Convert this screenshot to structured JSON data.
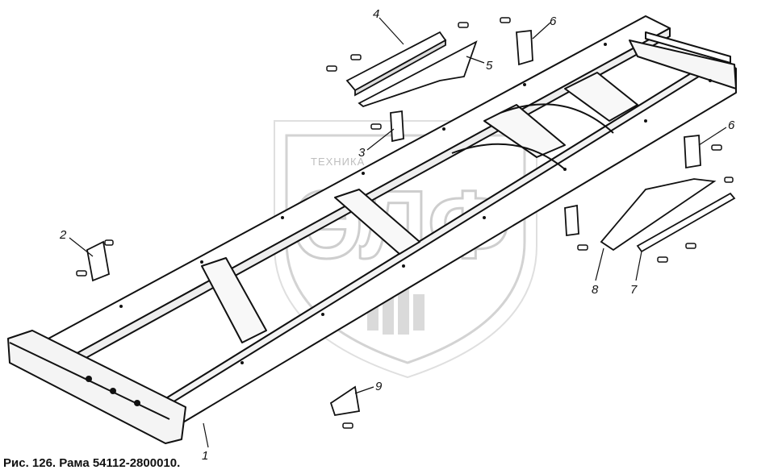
{
  "caption": "Рис. 126. Рама 54112-2800010.",
  "watermark": {
    "text": "ТЕХНИКА",
    "letters": "ЭЛФ"
  },
  "callouts": [
    "4",
    "6",
    "5",
    "3",
    "6",
    "2",
    "8",
    "7",
    "9",
    "1"
  ],
  "colors": {
    "ink": "#111111",
    "watermark": "#c9c9c9",
    "background": "#ffffff"
  }
}
